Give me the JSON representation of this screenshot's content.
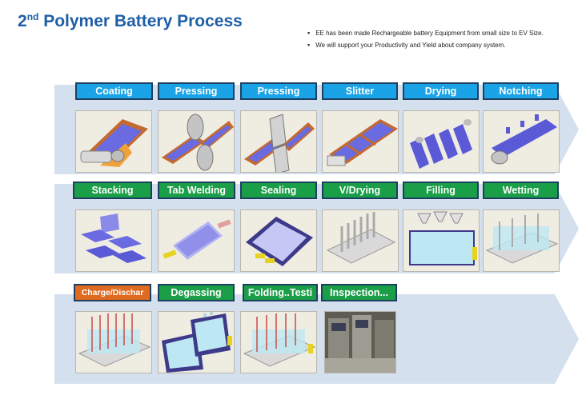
{
  "header": {
    "title_ordinal": "2",
    "title_suffix": "nd",
    "title_text": "Polymer Battery Process",
    "bullets": [
      "EE has been made Rechargeable battery Equipment from small size to EV Size.",
      "We will support your Productivity and Yield about company system."
    ]
  },
  "steps": [
    {
      "label": "Coating",
      "icon": "coating-machine-icon"
    },
    {
      "label": "Pressing",
      "icon": "roll-press-icon"
    },
    {
      "label": "Pressing",
      "icon": "roll-press-icon"
    },
    {
      "label": "Slitter",
      "icon": "slitter-machine-icon"
    },
    {
      "label": "Drying",
      "icon": "drying-rack-icon"
    },
    {
      "label": "Notching",
      "icon": "notching-machine-icon"
    },
    {
      "label": "Stacking",
      "icon": "cell-stack-icon"
    },
    {
      "label": "Tab Welding",
      "icon": "tab-welding-icon"
    },
    {
      "label": "Sealing",
      "icon": "pouch-sealing-icon"
    },
    {
      "label": "V/Drying",
      "icon": "vacuum-drying-icon"
    },
    {
      "label": "Filling",
      "icon": "electrolyte-filling-icon"
    },
    {
      "label": "Wetting",
      "icon": "wetting-rack-icon"
    },
    {
      "label": "Charge/Dischar",
      "icon": "charge-discharge-rack-icon"
    },
    {
      "label": "Degassing",
      "icon": "degassing-icon"
    },
    {
      "label": "Folding..Testi",
      "icon": "folding-testing-rack-icon"
    },
    {
      "label": "Inspection...",
      "icon": "inspection-line-photo"
    }
  ],
  "colors": {
    "title": "#1f5fa8",
    "row1_label": "#1aa3e6",
    "row2_label": "#1a9e48",
    "row3_label": "#1a9e48",
    "highlight_label": "#e06a1f",
    "band": "#d5e0ef"
  }
}
